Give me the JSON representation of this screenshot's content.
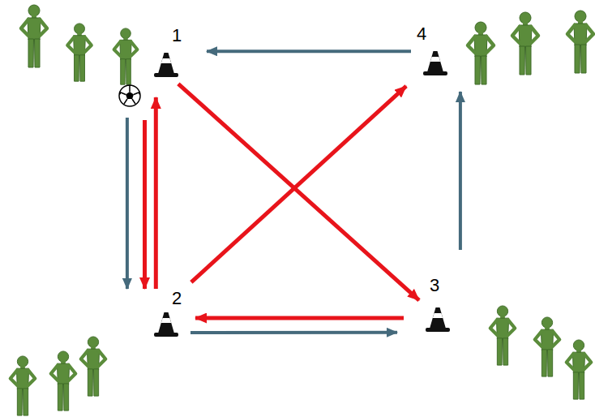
{
  "diagram": {
    "nodes": [
      {
        "text": [
          "1"
        ]
      },
      {
        "text": [
          "2"
        ]
      },
      {
        "text": [
          "3"
        ]
      },
      {
        "text": [
          "4"
        ]
      }
    ],
    "edges": [
      {
        "from": 3,
        "to": 0,
        "arrow": "to"
      },
      {
        "from": 0,
        "to": 1,
        "arrow": "to"
      },
      {
        "from": 1,
        "to": 2,
        "arrow": "to"
      },
      {
        "from": 2,
        "to": 3,
        "arrow": "to"
      },
      {
        "from": 0,
        "to": 1,
        "arrow": "to"
      },
      {
        "from": 1,
        "to": 0,
        "arrow": "to"
      },
      {
        "from": 1,
        "to": 3,
        "arrow": "to"
      },
      {
        "from": 0,
        "to": 2,
        "arrow": "to"
      },
      {
        "from": 2,
        "to": 1,
        "arrow": "to"
      }
    ]
  }
}
